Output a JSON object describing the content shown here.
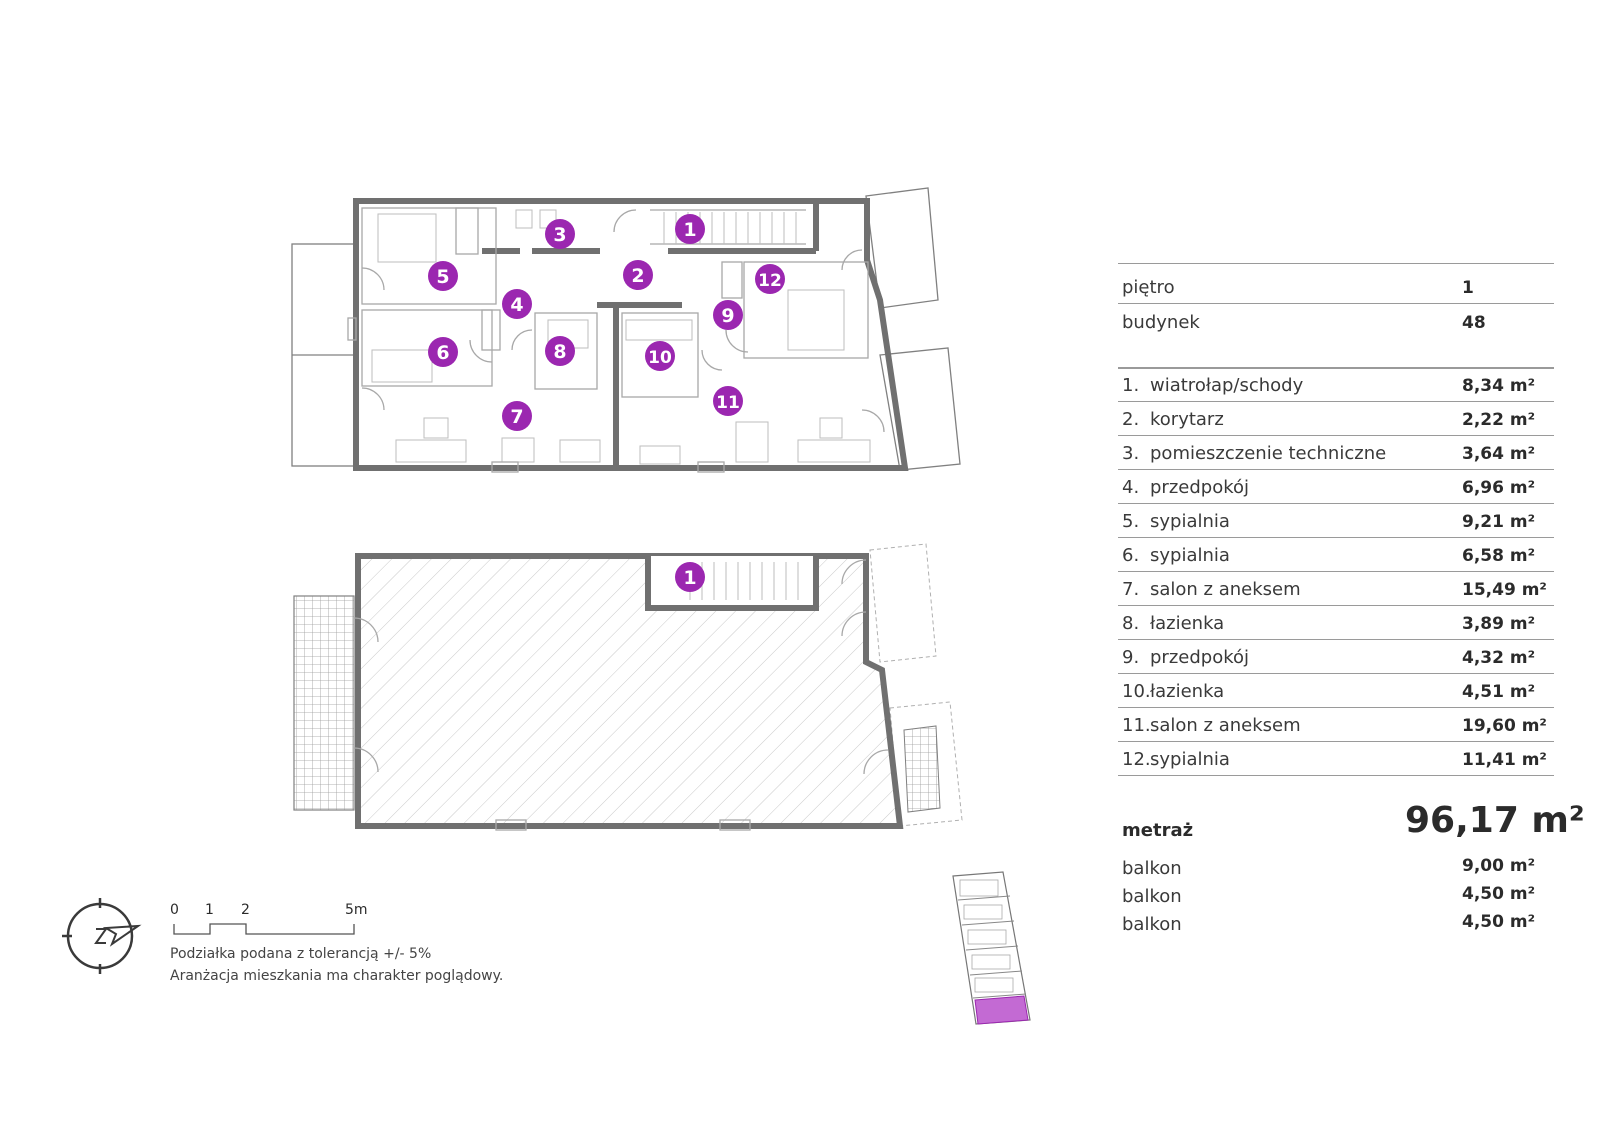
{
  "markers_upper": [
    "1",
    "2",
    "3",
    "4",
    "5",
    "6",
    "7",
    "8",
    "9",
    "10",
    "11",
    "12"
  ],
  "markers_lower": [
    "1"
  ],
  "info": {
    "floor_label": "piętro",
    "floor_value": "1",
    "building_label": "budynek",
    "building_value": "48"
  },
  "rooms": [
    {
      "num": "1.",
      "name": "wiatrołap/schody",
      "area": "8,34 m²"
    },
    {
      "num": "2.",
      "name": "korytarz",
      "area": "2,22 m²"
    },
    {
      "num": "3.",
      "name": "pomieszczenie techniczne",
      "area": "3,64 m²"
    },
    {
      "num": "4.",
      "name": "przedpokój",
      "area": "6,96 m²"
    },
    {
      "num": "5.",
      "name": "sypialnia",
      "area": "9,21 m²"
    },
    {
      "num": "6.",
      "name": "sypialnia",
      "area": "6,58 m²"
    },
    {
      "num": "7.",
      "name": "salon z aneksem",
      "area": "15,49 m²"
    },
    {
      "num": "8.",
      "name": "łazienka",
      "area": "3,89 m²"
    },
    {
      "num": "9.",
      "name": "przedpokój",
      "area": "4,32 m²"
    },
    {
      "num": "10.",
      "name": "łazienka",
      "area": "4,51 m²"
    },
    {
      "num": "11.",
      "name": "salon z aneksem",
      "area": "19,60 m²"
    },
    {
      "num": "12.",
      "name": "sypialnia",
      "area": "11,41 m²"
    }
  ],
  "total": {
    "label": "metraż",
    "value": "96,17 m²"
  },
  "balconies": [
    {
      "label": "balkon",
      "area": "9,00 m²"
    },
    {
      "label": "balkon",
      "area": "4,50 m²"
    },
    {
      "label": "balkon",
      "area": "4,50 m²"
    }
  ],
  "scale": {
    "ticks": [
      "0",
      "1",
      "2",
      "5m"
    ]
  },
  "notes": [
    "Podziałka podana z tolerancją +/- 5%",
    "Aranżacja mieszkania ma charakter poglądowy."
  ],
  "colors": {
    "accent": "#9b27b0",
    "wall": "#707070"
  }
}
